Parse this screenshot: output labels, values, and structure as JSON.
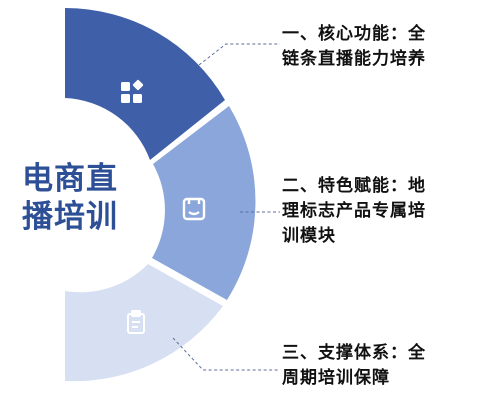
{
  "title": {
    "line1": "电商直",
    "line2": "播培训"
  },
  "segments": [
    {
      "icon": "grid-shapes-icon",
      "color": "#3f5fa8",
      "lines": [
        "一、核心功能：全",
        "链条直播能力培养"
      ]
    },
    {
      "icon": "badge-icon",
      "color": "#8aa6da",
      "lines": [
        "二、特色赋能：地",
        "理标志产品专属培",
        "训模块"
      ]
    },
    {
      "icon": "clipboard-icon",
      "color": "#d7e0f2",
      "lines": [
        "三、支撑体系：全",
        "周期培训保障"
      ]
    }
  ],
  "colors": {
    "title": "#2d4f96",
    "connector": "#5a6f9c",
    "icon": "#ffffff"
  }
}
